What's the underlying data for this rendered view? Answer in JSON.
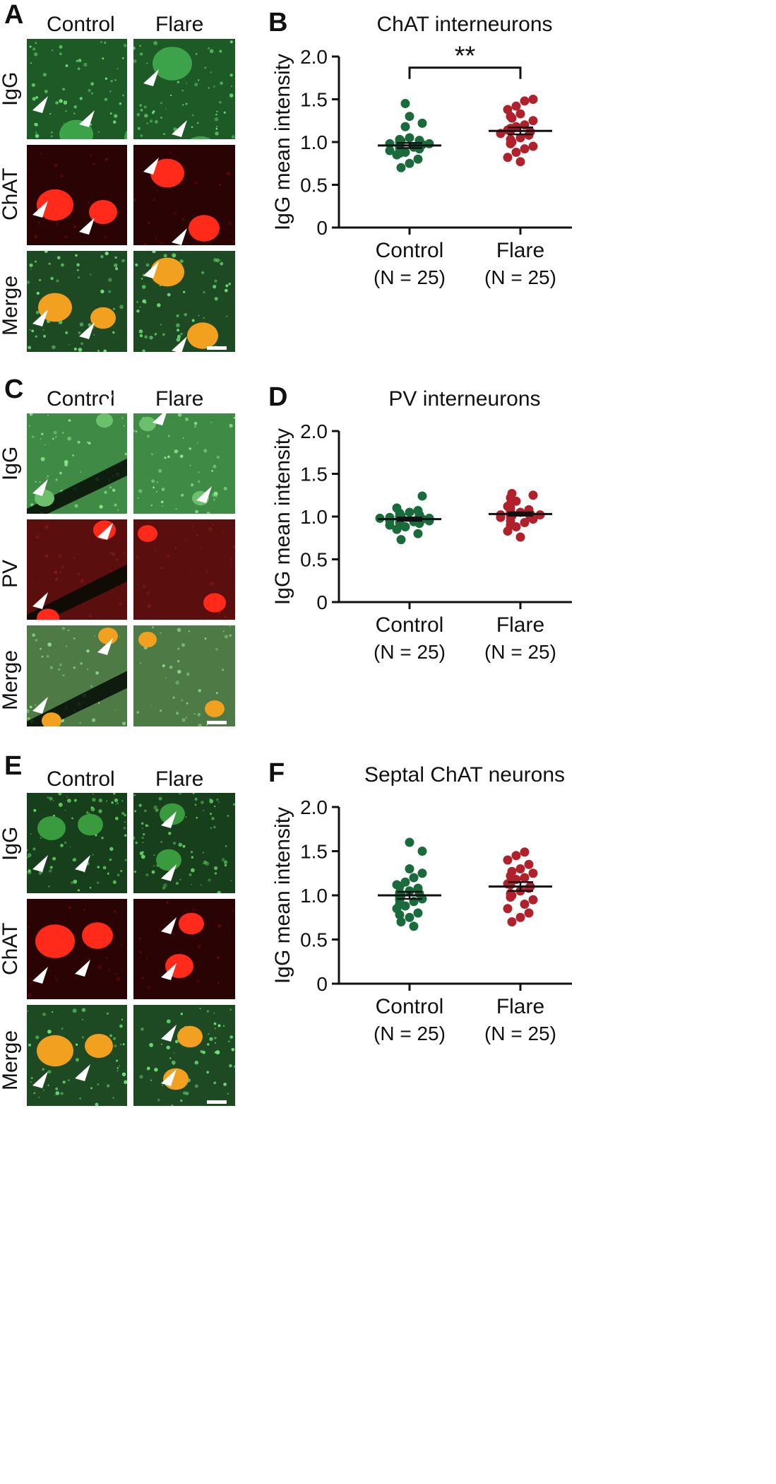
{
  "colors": {
    "control": "#1a6b3c",
    "flare": "#b0212b",
    "igg_bg": "#1e5a26",
    "pv_bg": "#5a0e0e",
    "chat_bg": "#2a0404",
    "cell_red": "#ff2a1a",
    "merge_cell": "#f2a020"
  },
  "image_panels": [
    {
      "letter": "A",
      "columns": [
        "Control",
        "Flare"
      ],
      "rows": [
        "IgG",
        "ChAT",
        "Merge"
      ]
    },
    {
      "letter": "C",
      "columns": [
        "Control",
        "Flare"
      ],
      "rows": [
        "IgG",
        "PV",
        "Merge"
      ]
    },
    {
      "letter": "E",
      "columns": [
        "Control",
        "Flare"
      ],
      "rows": [
        "IgG",
        "ChAT",
        "Merge"
      ]
    }
  ],
  "chart_data": [
    {
      "letter": "B",
      "type": "scatter",
      "title": "ChAT interneurons",
      "ylabel": "IgG mean intensity",
      "ylim": [
        0,
        2.0
      ],
      "yticks": [
        "0",
        "0.5",
        "1.0",
        "1.5",
        "2.0"
      ],
      "yticks_values": [
        0,
        0.5,
        1.0,
        1.5,
        2.0
      ],
      "categories": [
        "Control",
        "Flare"
      ],
      "n_labels": [
        "(N = 25)",
        "(N = 25)"
      ],
      "significance": "**",
      "series": [
        {
          "name": "Control",
          "mean": 0.96,
          "sem": 0.03,
          "values": [
            1.45,
            1.3,
            1.22,
            1.18,
            1.05,
            1.03,
            1.02,
            1.01,
            1.0,
            0.99,
            0.98,
            0.98,
            0.97,
            0.96,
            0.95,
            0.94,
            0.93,
            0.92,
            0.9,
            0.88,
            0.87,
            0.85,
            0.8,
            0.75,
            0.7
          ]
        },
        {
          "name": "Flare",
          "mean": 1.13,
          "sem": 0.04,
          "values": [
            1.5,
            1.48,
            1.42,
            1.38,
            1.33,
            1.3,
            1.28,
            1.25,
            1.2,
            1.18,
            1.16,
            1.14,
            1.13,
            1.12,
            1.1,
            1.08,
            1.05,
            1.03,
            1.0,
            0.98,
            0.95,
            0.92,
            0.88,
            0.82,
            0.77
          ]
        }
      ]
    },
    {
      "letter": "D",
      "type": "scatter",
      "title": "PV interneurons",
      "ylabel": "IgG mean intensity",
      "ylim": [
        0,
        2.0
      ],
      "yticks": [
        "0",
        "0.5",
        "1.0",
        "1.5",
        "2.0"
      ],
      "yticks_values": [
        0,
        0.5,
        1.0,
        1.5,
        2.0
      ],
      "categories": [
        "Control",
        "Flare"
      ],
      "n_labels": [
        "(N = 25)",
        "(N = 25)"
      ],
      "series": [
        {
          "name": "Control",
          "mean": 0.97,
          "sem": 0.02,
          "values": [
            1.24,
            1.1,
            1.07,
            1.05,
            1.04,
            1.02,
            1.01,
            1.0,
            1.0,
            0.99,
            0.98,
            0.98,
            0.97,
            0.97,
            0.96,
            0.95,
            0.95,
            0.94,
            0.93,
            0.92,
            0.9,
            0.88,
            0.85,
            0.8,
            0.73
          ]
        },
        {
          "name": "Flare",
          "mean": 1.03,
          "sem": 0.02,
          "values": [
            1.27,
            1.25,
            1.22,
            1.18,
            1.15,
            1.12,
            1.1,
            1.08,
            1.06,
            1.05,
            1.04,
            1.03,
            1.02,
            1.02,
            1.01,
            1.0,
            1.0,
            0.99,
            0.97,
            0.95,
            0.93,
            0.9,
            0.88,
            0.83,
            0.76
          ]
        }
      ]
    },
    {
      "letter": "F",
      "type": "scatter",
      "title": "Septal ChAT neurons",
      "ylabel": "IgG mean intensity",
      "ylim": [
        0,
        2.0
      ],
      "yticks": [
        "0",
        "0.5",
        "1.0",
        "1.5",
        "2.0"
      ],
      "yticks_values": [
        0,
        0.5,
        1.0,
        1.5,
        2.0
      ],
      "categories": [
        "Control",
        "Flare"
      ],
      "n_labels": [
        "(N = 25)",
        "(N = 25)"
      ],
      "series": [
        {
          "name": "Control",
          "mean": 1.0,
          "sem": 0.04,
          "values": [
            1.6,
            1.5,
            1.3,
            1.25,
            1.2,
            1.15,
            1.12,
            1.1,
            1.08,
            1.05,
            1.03,
            1.02,
            1.0,
            0.98,
            0.96,
            0.95,
            0.93,
            0.9,
            0.88,
            0.85,
            0.8,
            0.78,
            0.75,
            0.7,
            0.65
          ]
        },
        {
          "name": "Flare",
          "mean": 1.1,
          "sem": 0.05,
          "values": [
            1.49,
            1.45,
            1.4,
            1.35,
            1.3,
            1.27,
            1.25,
            1.22,
            1.2,
            1.18,
            1.15,
            1.13,
            1.12,
            1.1,
            1.08,
            1.05,
            1.02,
            1.0,
            0.98,
            0.95,
            0.9,
            0.85,
            0.8,
            0.75,
            0.7
          ]
        }
      ]
    }
  ]
}
